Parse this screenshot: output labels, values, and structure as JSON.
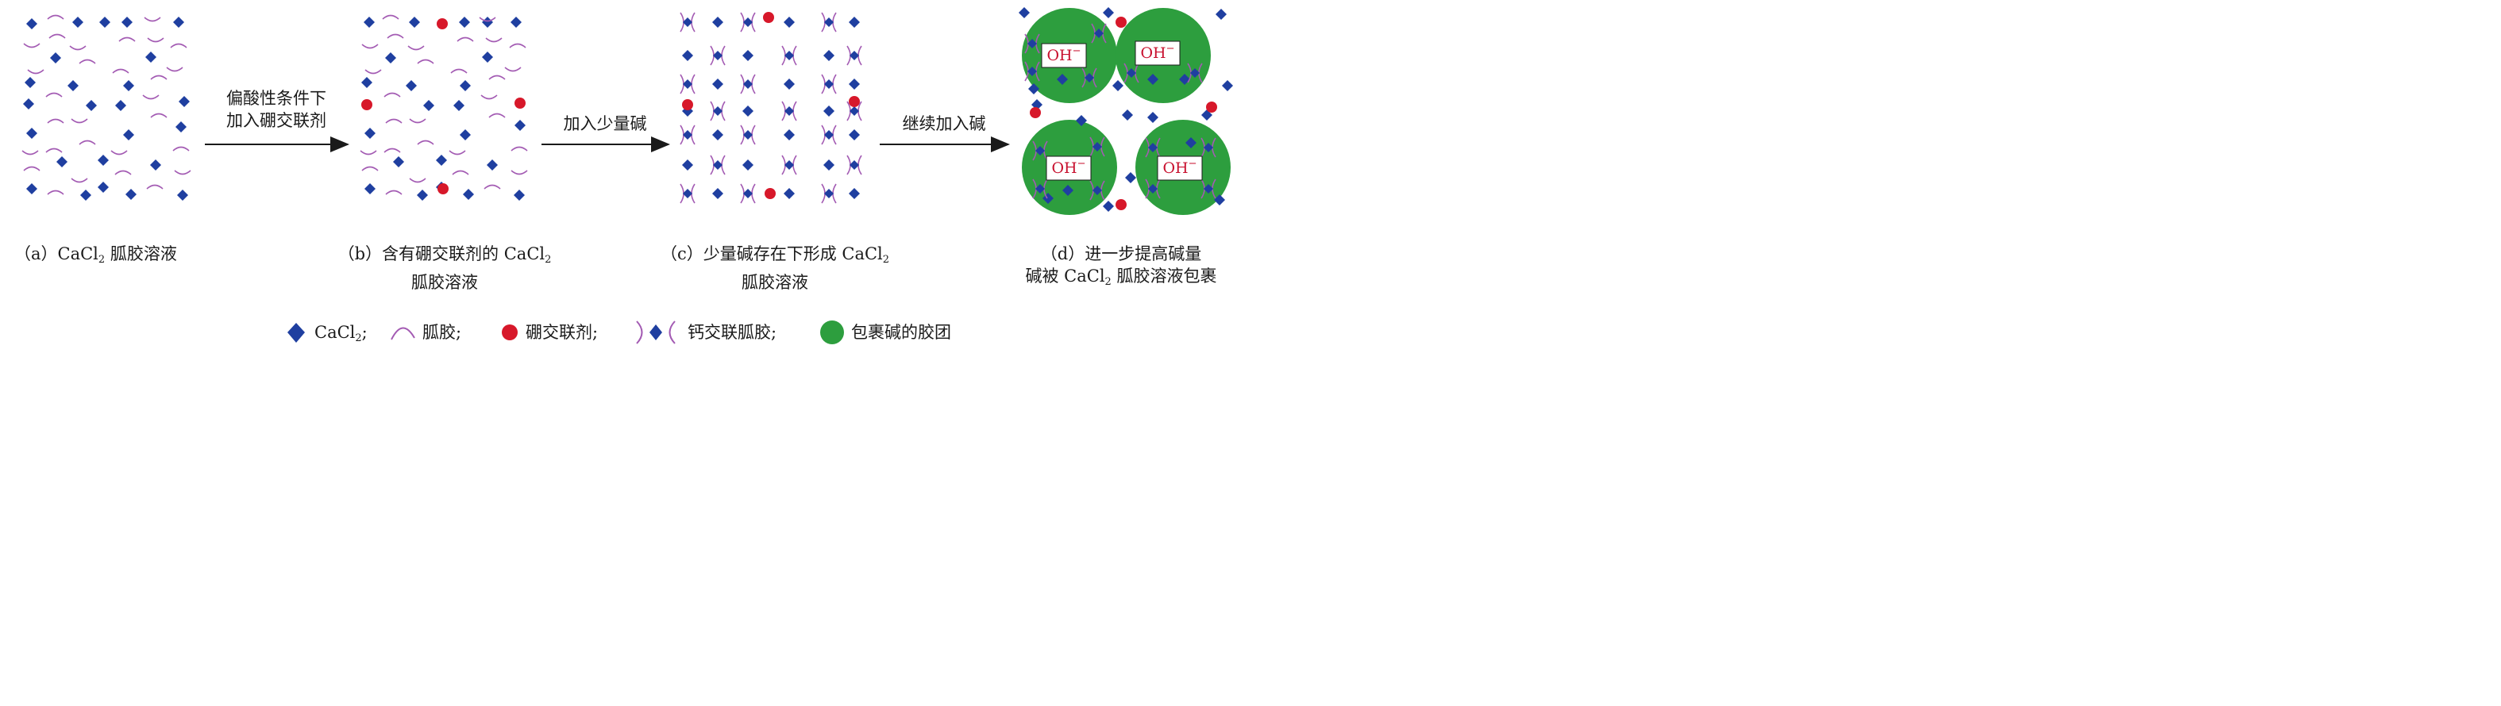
{
  "arrows": [
    {
      "line1": "偏酸性条件下",
      "line2": "加入硼交联剂"
    },
    {
      "line1": "加入少量碱"
    },
    {
      "line1": "继续加入碱"
    }
  ],
  "captions": [
    {
      "marker": "（a）",
      "l1_pre": "CaCl",
      "l1_sub": "2",
      "l1_post": " 胍胶溶液",
      "l2": ""
    },
    {
      "marker": "（b）",
      "l1_pre": "含有硼交联剂的 CaCl",
      "l1_sub": "2",
      "l1_post": "",
      "l2": "胍胶溶液"
    },
    {
      "marker": "（c）",
      "l1_pre": "少量碱存在下形成 CaCl",
      "l1_sub": "2",
      "l1_post": "",
      "l2": "胍胶溶液"
    },
    {
      "marker": "（d）",
      "l1_pre": "进一步提高碱量",
      "l1_sub": "",
      "l1_post": "",
      "l2_pre": "碱被 CaCl",
      "l2_sub": "2",
      "l2_post": " 胍胶溶液包裹"
    }
  ],
  "micelle_label": {
    "text": "OH",
    "sup": "−"
  },
  "legend": [
    {
      "pre": "CaCl",
      "sub": "2",
      "post": ";"
    },
    {
      "pre": "胍胶;"
    },
    {
      "pre": "硼交联剂;"
    },
    {
      "pre": "钙交联胍胶;"
    },
    {
      "pre": "包裹碱的胶团"
    }
  ],
  "colors": {
    "diamond": "#1f3fa0",
    "guar": "#a35bb3",
    "crosslinker": "#d7182a",
    "micelle": "#2d9e3e"
  }
}
